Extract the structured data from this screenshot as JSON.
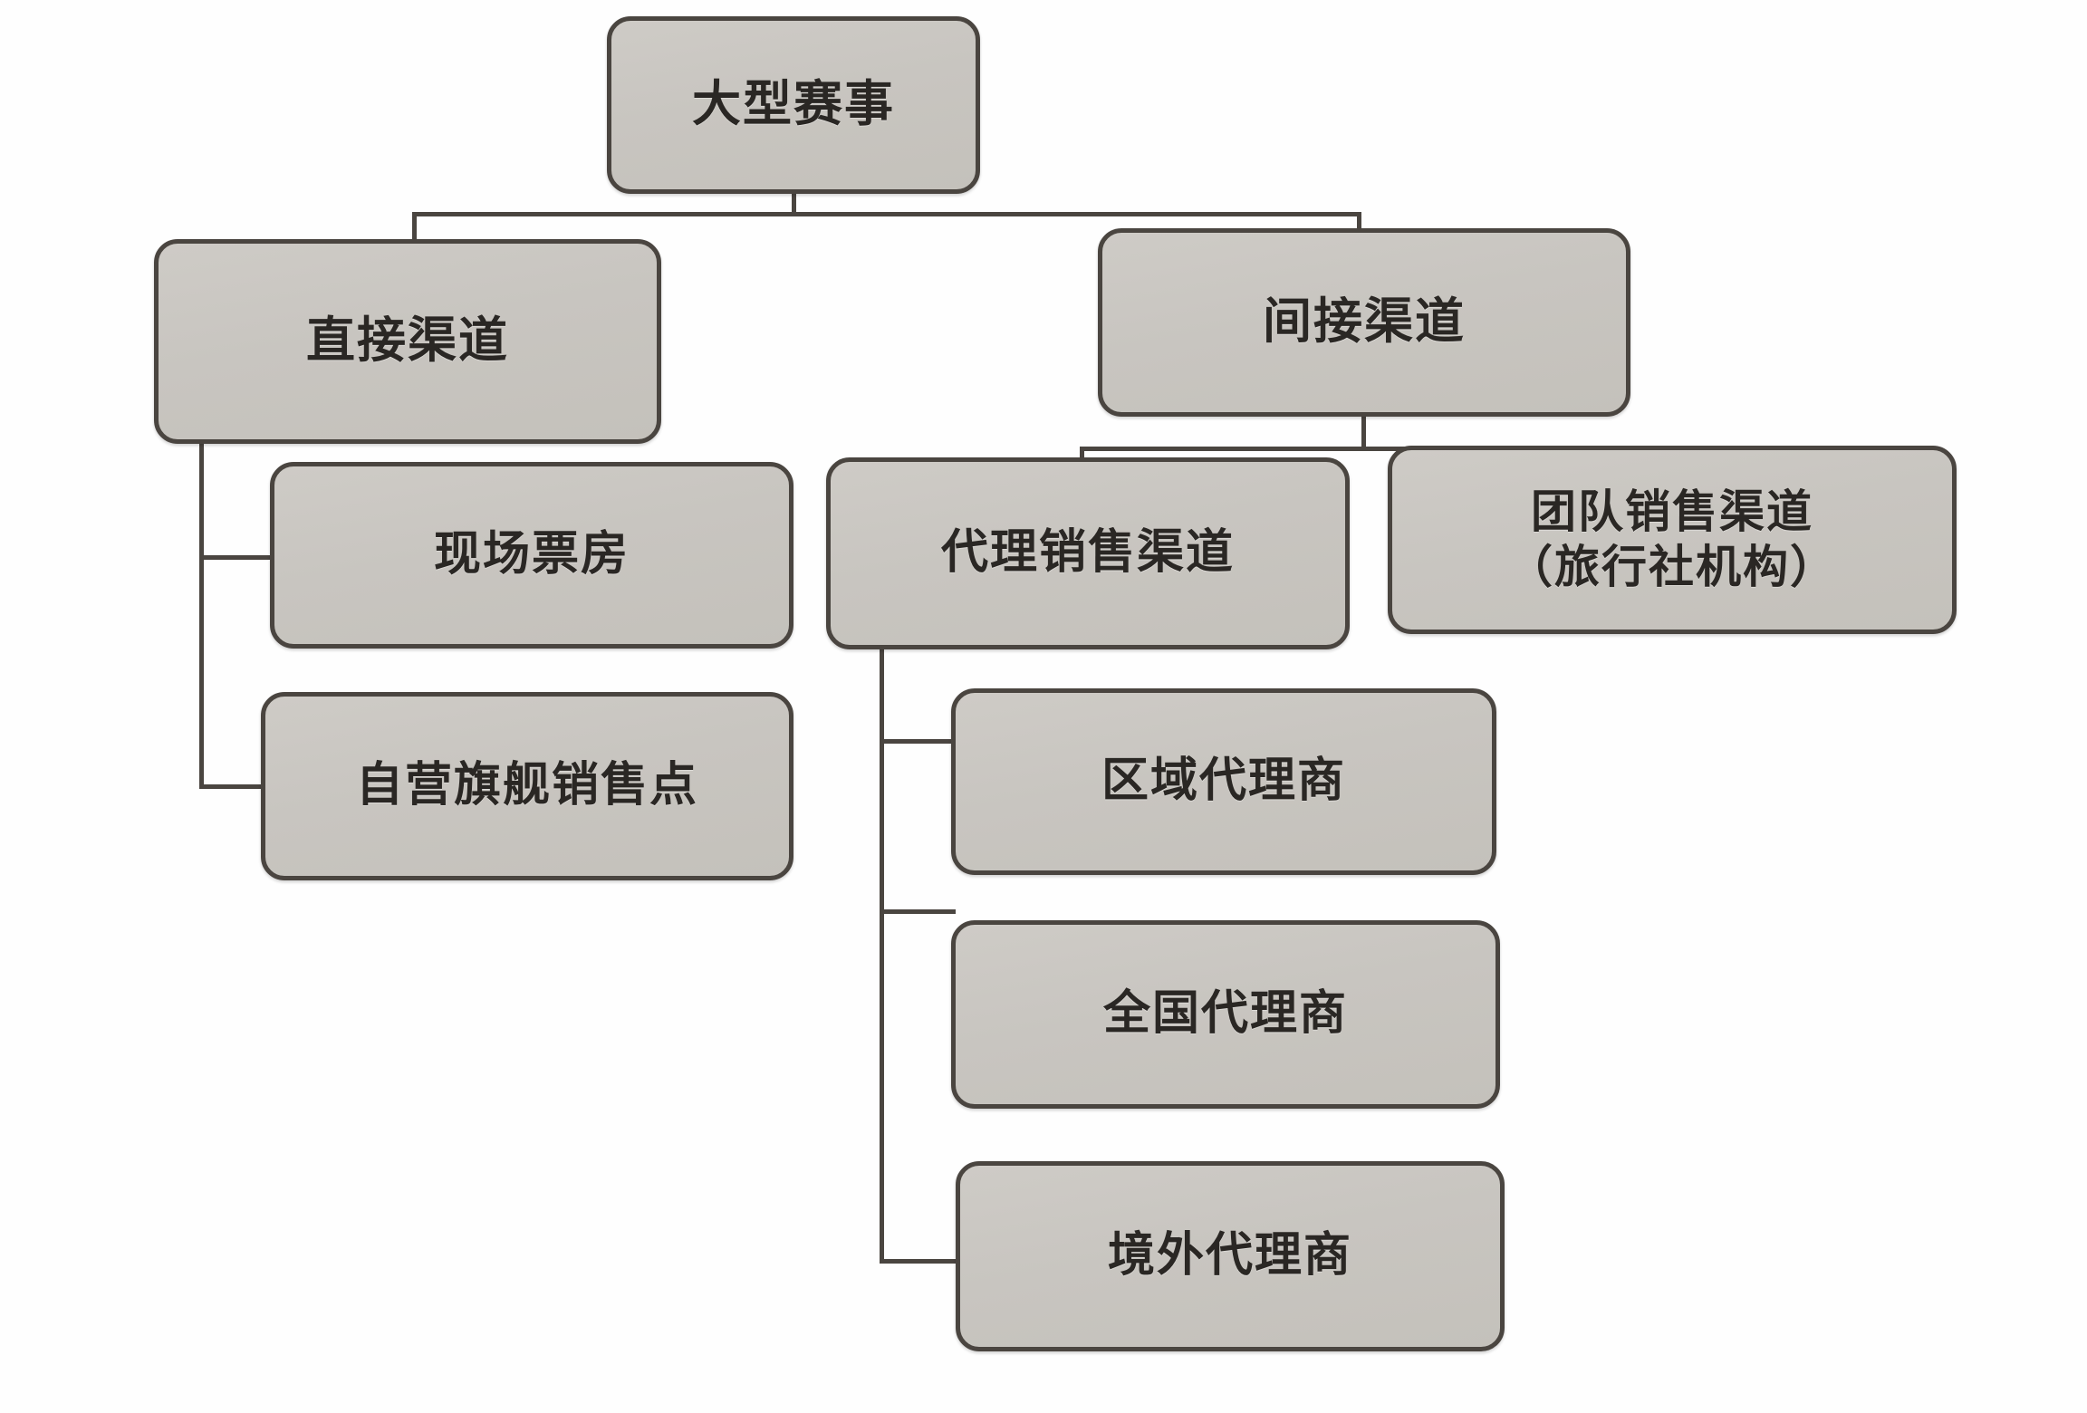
{
  "diagram": {
    "type": "hierarchy-tree",
    "title_node": "大型赛事",
    "style": {
      "box_fill": "#c8c5c0",
      "box_border": "#4a4540",
      "text_color": "#2a2724",
      "background": "#ffffff",
      "connector_color": "#4a4540"
    },
    "nodes": [
      {
        "id": "root",
        "label": "大型赛事",
        "level": 0
      },
      {
        "id": "direct",
        "label": "直接渠道",
        "level": 1
      },
      {
        "id": "indirect",
        "label": "间接渠道",
        "level": 1
      },
      {
        "id": "boxoffice",
        "label": "现场票房",
        "level": 2
      },
      {
        "id": "flagship",
        "label": "自营旗舰销售点",
        "level": 2
      },
      {
        "id": "agentch",
        "label": "代理销售渠道",
        "level": 2
      },
      {
        "id": "teamch",
        "label": "团队销售渠道\n（旅行社机构）",
        "level": 2
      },
      {
        "id": "regional",
        "label": "区域代理商",
        "level": 3
      },
      {
        "id": "national",
        "label": "全国代理商",
        "level": 3
      },
      {
        "id": "overseas",
        "label": "境外代理商",
        "level": 3
      }
    ],
    "edges": [
      {
        "from": "root",
        "to": "direct"
      },
      {
        "from": "root",
        "to": "indirect"
      },
      {
        "from": "direct",
        "to": "boxoffice"
      },
      {
        "from": "direct",
        "to": "flagship"
      },
      {
        "from": "indirect",
        "to": "agentch"
      },
      {
        "from": "indirect",
        "to": "teamch"
      },
      {
        "from": "agentch",
        "to": "regional"
      },
      {
        "from": "agentch",
        "to": "national"
      },
      {
        "from": "agentch",
        "to": "overseas"
      }
    ]
  }
}
